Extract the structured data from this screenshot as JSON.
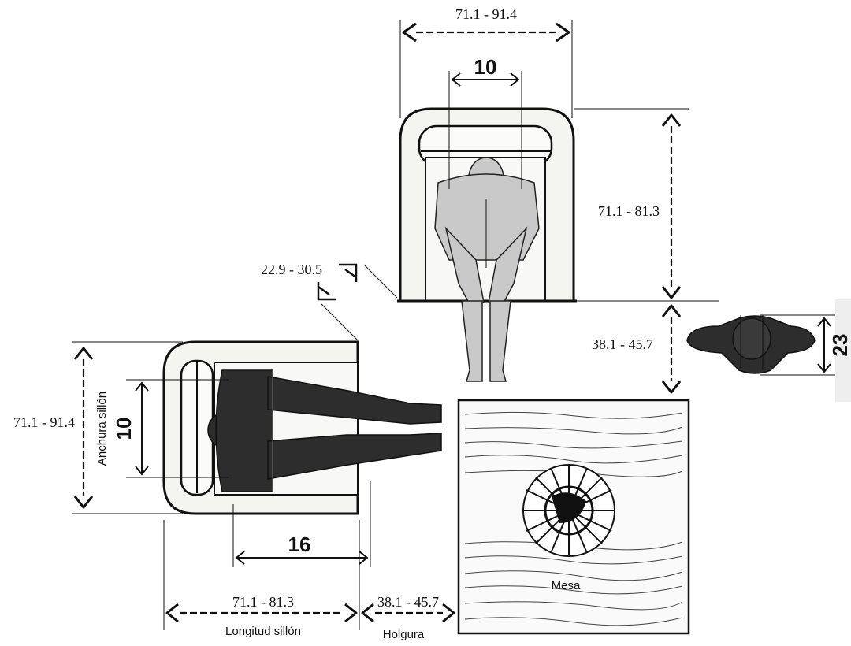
{
  "dimensions": {
    "top_width": "71.1 - 91.4",
    "top_inner": "10",
    "top_depth": "71.1 - 81.3",
    "diagonal": "22.9 - 30.5",
    "side_clearance": "38.1 - 45.7",
    "head_height": "23",
    "left_width": "71.1 - 91.4",
    "left_inner": "10",
    "left_seat": "16",
    "bottom_length": "71.1 - 81.3",
    "bottom_clearance": "38.1 - 45.7"
  },
  "labels": {
    "anchura": "Anchura sillón",
    "longitud": "Longitud sillón",
    "holgura": "Holgura",
    "mesa": "Mesa"
  }
}
